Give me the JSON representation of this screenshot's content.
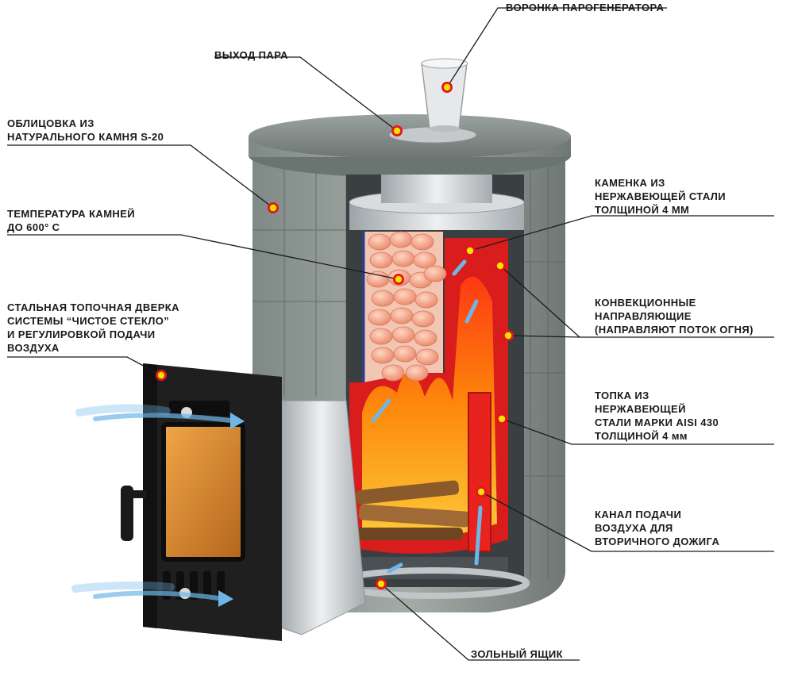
{
  "colors": {
    "marker_fill": "#f2e400",
    "marker_ring": "#e8141c",
    "leader_line": "#1a1a1a",
    "stone": "#8a948f",
    "firebox_red": "#e21f1f",
    "fire_orange": "#ff8a00",
    "door_black": "#1c1c1c",
    "glass_amber": "#e0902a",
    "steel": "#c9cdd0",
    "air_blue": "#6fb6e8"
  },
  "callouts": [
    {
      "id": "funnel",
      "lines": [
        "ВОРОНКА ПАРОГЕНЕРАТОРА"
      ]
    },
    {
      "id": "steam",
      "lines": [
        "ВЫХОД ПАРА"
      ]
    },
    {
      "id": "cladding",
      "lines": [
        "ОБЛИЦОВКА ИЗ",
        "НАТУРАЛЬНОГО КАМНЯ S-20"
      ]
    },
    {
      "id": "stones_temp",
      "lines": [
        "ТЕМПЕРАТУРА КАМНЕЙ",
        "ДО 600° С"
      ]
    },
    {
      "id": "door",
      "lines": [
        "СТАЛЬНАЯ ТОПОЧНАЯ ДВЕРКА",
        "СИСТЕМЫ “ЧИСТОЕ СТЕКЛО”",
        "И РЕГУЛИРОВКОЙ ПОДАЧИ",
        "ВОЗДУХА"
      ]
    },
    {
      "id": "heater",
      "lines": [
        "КАМЕНКА ИЗ",
        "НЕРЖАВЕЮЩЕЙ СТАЛИ",
        "ТОЛЩИНОЙ 4 ММ"
      ]
    },
    {
      "id": "guides",
      "lines": [
        "КОНВЕКЦИОННЫЕ",
        "НАПРАВЛЯЮЩИЕ",
        "(НАПРАВЛЯЮТ ПОТОК ОГНЯ)"
      ]
    },
    {
      "id": "firebox",
      "lines": [
        "ТОПКА ИЗ",
        "НЕРЖАВЕЮЩЕЙ",
        "СТАЛИ МАРКИ AISI 430",
        "ТОЛЩИНОЙ 4 мм"
      ]
    },
    {
      "id": "air_channel",
      "lines": [
        "КАНАЛ ПОДАЧИ",
        "ВОЗДУХА ДЛЯ",
        "ВТОРИЧНОГО ДОЖИГА"
      ]
    },
    {
      "id": "ash_box",
      "lines": [
        "ЗОЛЬНЫЙ ЯЩИК"
      ]
    }
  ]
}
